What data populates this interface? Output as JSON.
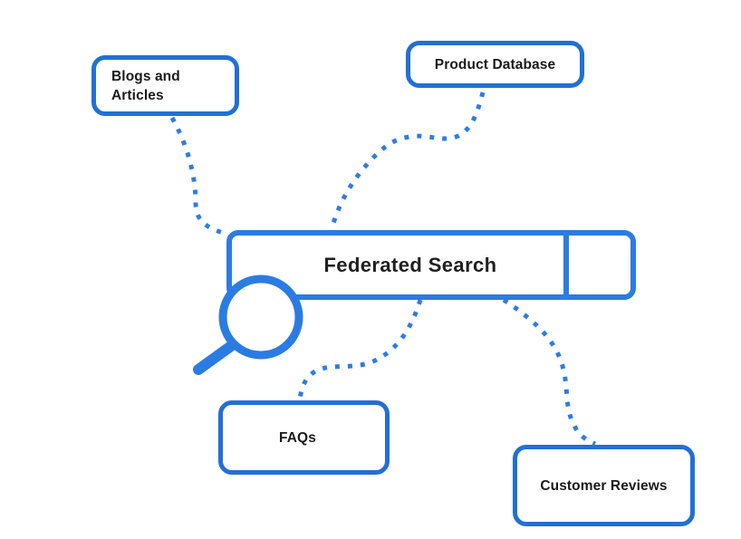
{
  "diagram": {
    "title": "Federated Search",
    "center_label": "Federated Search",
    "nodes": [
      {
        "id": "blogs-and-articles",
        "label": "Blogs and Articles"
      },
      {
        "id": "product-database",
        "label": "Product Database"
      },
      {
        "id": "faqs",
        "label": "FAQs"
      },
      {
        "id": "customer-reviews",
        "label": "Customer Reviews"
      }
    ],
    "connectors": [
      {
        "from": "blogs-and-articles",
        "to": "search-bar",
        "style": "dotted"
      },
      {
        "from": "product-database",
        "to": "search-bar",
        "style": "dotted"
      },
      {
        "from": "search-bar",
        "to": "faqs",
        "style": "dotted"
      },
      {
        "from": "search-bar",
        "to": "customer-reviews",
        "style": "dotted"
      }
    ],
    "icons": [
      {
        "name": "magnifier-icon"
      }
    ],
    "colors": {
      "node_border": "#2170d6",
      "search_bar_border": "#2b7ce2",
      "connector_dots": "#2e7ce4",
      "label_text": "#1a1a1a",
      "background": "#ffffff"
    }
  }
}
